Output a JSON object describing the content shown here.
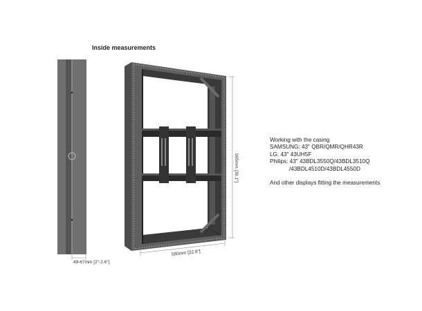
{
  "title": "Inside measurements",
  "dimensions": {
    "depth": "49-67mm [2\"-2.6\"]",
    "width": "580mm [22.8\"]",
    "height": "995mm [39.1\"]"
  },
  "compatibility": {
    "heading": "Working with the casing",
    "lines": [
      "SAMSUNG: 43\" QBR/QMR/QHR43R",
      "LG: 43\" 43UH5F",
      "Philips: 43\" 43BDL3550Q/43BDL3510Q",
      "/43BDL4510D/43BDL4550D"
    ],
    "note": "And other displays fitting the measurements"
  },
  "colors": {
    "frame": "#5f5f5f",
    "frame_dark": "#2e2e2e",
    "side": "#6e6e6e"
  }
}
